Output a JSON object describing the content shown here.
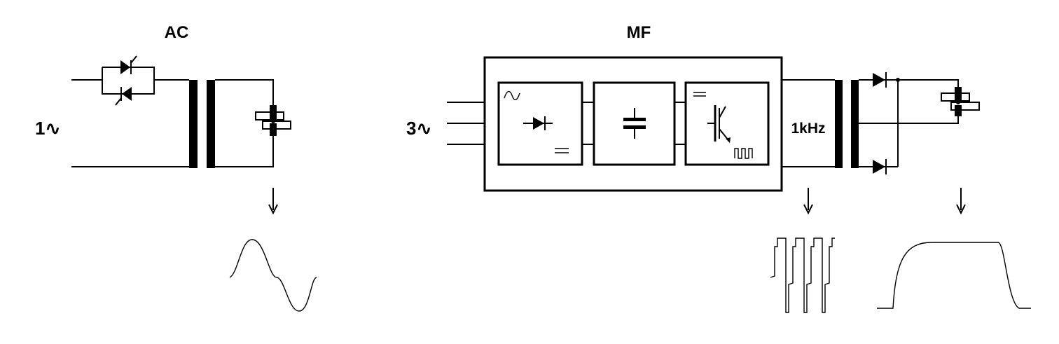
{
  "sections": {
    "ac_title": "AC",
    "mf_title": "MF"
  },
  "sources": {
    "ac_source": "1∿",
    "mf_source": "3∿"
  },
  "mf_chain": {
    "frequency_label": "1kHz"
  }
}
